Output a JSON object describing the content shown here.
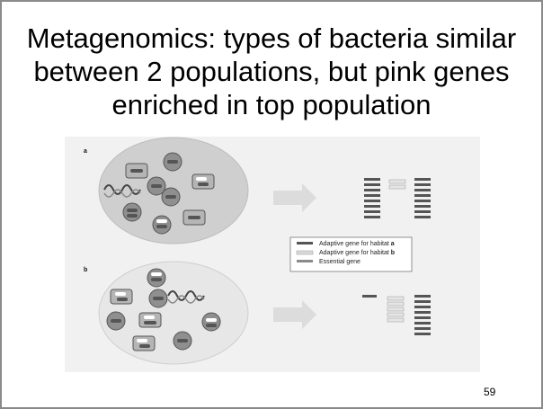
{
  "slide": {
    "title_lines": [
      "Metagenomics: types of bacteria similar",
      "between 2 populations, but pink genes",
      "enriched in top population"
    ],
    "page_number": "59"
  },
  "figure": {
    "panels": [
      {
        "label": "a"
      },
      {
        "label": "b"
      }
    ],
    "legend": [
      {
        "prefix": "Adaptive gene for habitat ",
        "suffix": "a",
        "color": "#555555"
      },
      {
        "prefix": "Adaptive gene for habitat ",
        "suffix": "b",
        "color": "#d9d9d9"
      },
      {
        "prefix": "Essential gene",
        "suffix": "",
        "color": "#8a8a8a"
      }
    ],
    "colors": {
      "background": "#f1f1f1",
      "ellipse": "#cfcfcf",
      "arrow": "#dcdcdc",
      "cell_round": "#8f8f8f",
      "cell_rect": "#b5b5b5"
    }
  }
}
